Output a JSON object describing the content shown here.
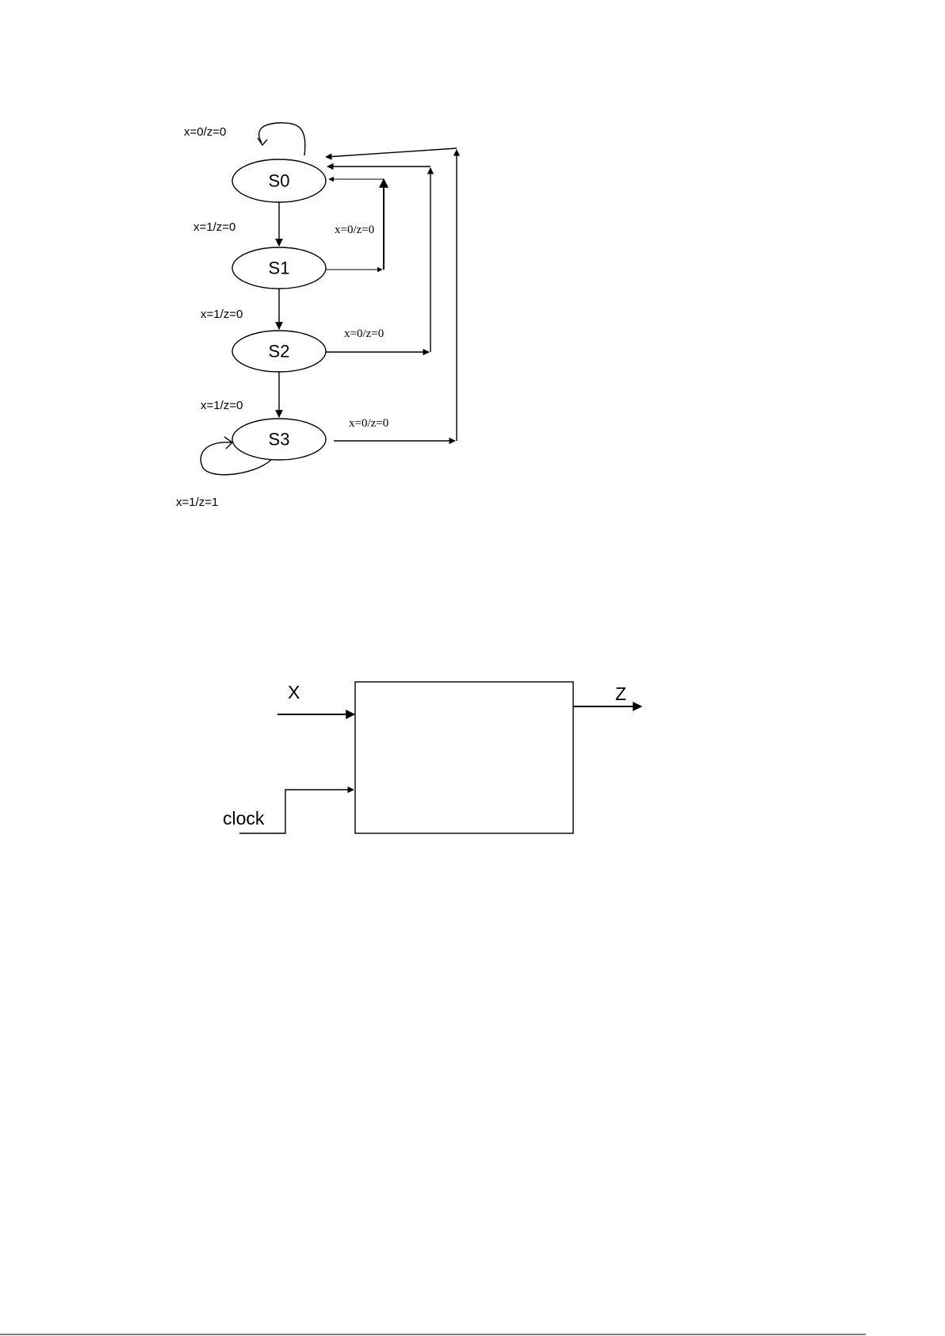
{
  "state_diagram": {
    "states": [
      "S0",
      "S1",
      "S2",
      "S3"
    ],
    "transitions": {
      "s0_self": "x=0/z=0",
      "s0_s1": "x=1/z=0",
      "s1_s0": "x=0/z=0",
      "s1_s2": "x=1/z=0",
      "s2_s0": "x=0/z=0",
      "s2_s3": "x=1/z=0",
      "s3_s0": "x=0/z=0",
      "s3_self": "x=1/z=1"
    }
  },
  "block_diagram": {
    "input": "X",
    "clock": "clock",
    "output": "Z"
  }
}
